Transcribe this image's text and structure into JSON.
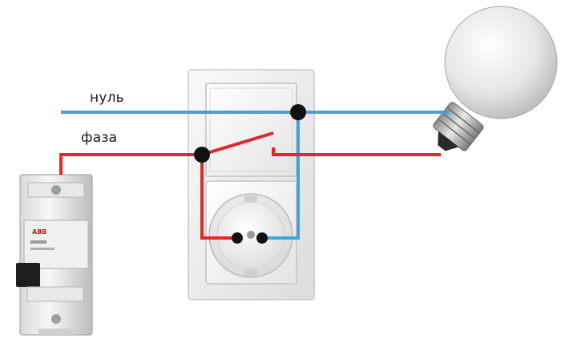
{
  "labels": {
    "neutral": "нуль",
    "phase": "фаза"
  },
  "breaker": {
    "brand": "ABB"
  },
  "colors": {
    "neutral_wire": "#3aa7d8",
    "phase_wire": "#e02a2a",
    "junction": "#111111",
    "plate": "#f2f2f2"
  },
  "icons": {
    "breaker": "circuit-breaker-icon",
    "switch": "light-switch-icon",
    "socket": "power-socket-icon",
    "lamp": "light-bulb-icon"
  }
}
